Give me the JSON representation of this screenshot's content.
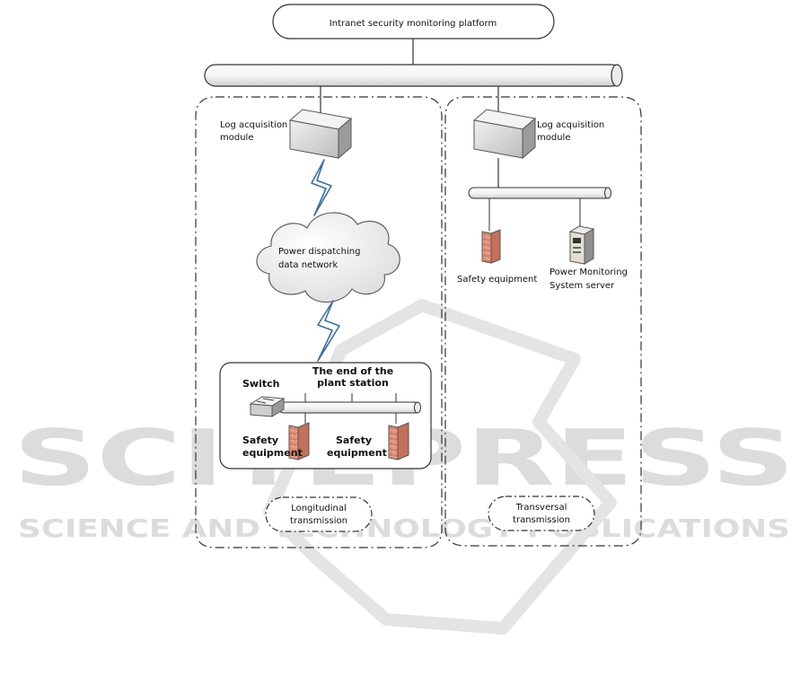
{
  "platform": {
    "label": "Intranet security monitoring platform"
  },
  "left": {
    "log_module": [
      "Log acquisition",
      "module"
    ],
    "network": [
      "Power dispatching",
      "data network"
    ],
    "station": [
      "The end of the",
      "plant station"
    ],
    "switch": "Switch",
    "safety1": [
      "Safety",
      "equipment"
    ],
    "safety2": [
      "Safety",
      "equipment"
    ],
    "transmission": [
      "Longitudinal",
      "transmission"
    ]
  },
  "right": {
    "log_module": [
      "Log acquisition",
      "module"
    ],
    "safety": "Safety equipment",
    "server": [
      "Power Monitoring",
      "System server"
    ],
    "transmission": [
      "Transversal",
      "transmission"
    ]
  },
  "watermark": {
    "big": "SCITEPRESS",
    "small": "SCIENCE AND TECHNOLOGY PUBLICATIONS"
  },
  "colors": {
    "line": "#333333",
    "bolt": "#3a6ea5",
    "firewall": "#d9826a",
    "box": "#d8d8d8"
  }
}
